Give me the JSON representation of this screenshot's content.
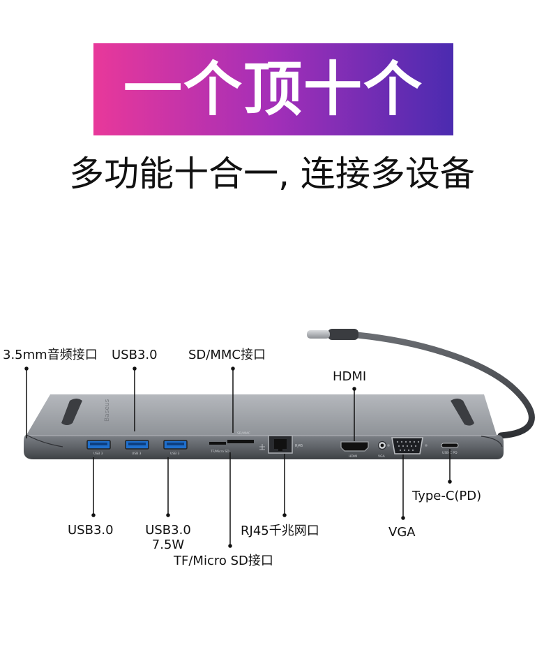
{
  "banner": {
    "title": "一个顶十个"
  },
  "subtitle": "多功能十合一, 连接多设备",
  "device": {
    "brand": "Baseus"
  },
  "ports": {
    "audio": "3.5mm音频接口",
    "usb_top": "USB3.0",
    "sd_mmc": "SD/MMC接口",
    "hdmi": "HDMI",
    "type_c": "Type-C(PD)",
    "usb_left": "USB3.0",
    "usb_mid_line1": "USB3.0",
    "usb_mid_line2": "7.5W",
    "tf": "TF/Micro SD接口",
    "rj45": "RJ45千兆网口",
    "vga": "VGA"
  },
  "port_printing": {
    "usb1": "USB 3",
    "usb2": "USB 3",
    "usb3": "USB 3",
    "tf_sd": "TF/Micro SD",
    "sd_mmc": "SD/MMC",
    "rj45": "RJ45",
    "hdmi": "HDMI",
    "vga": "VGA",
    "typec": "USB-C   PD"
  }
}
